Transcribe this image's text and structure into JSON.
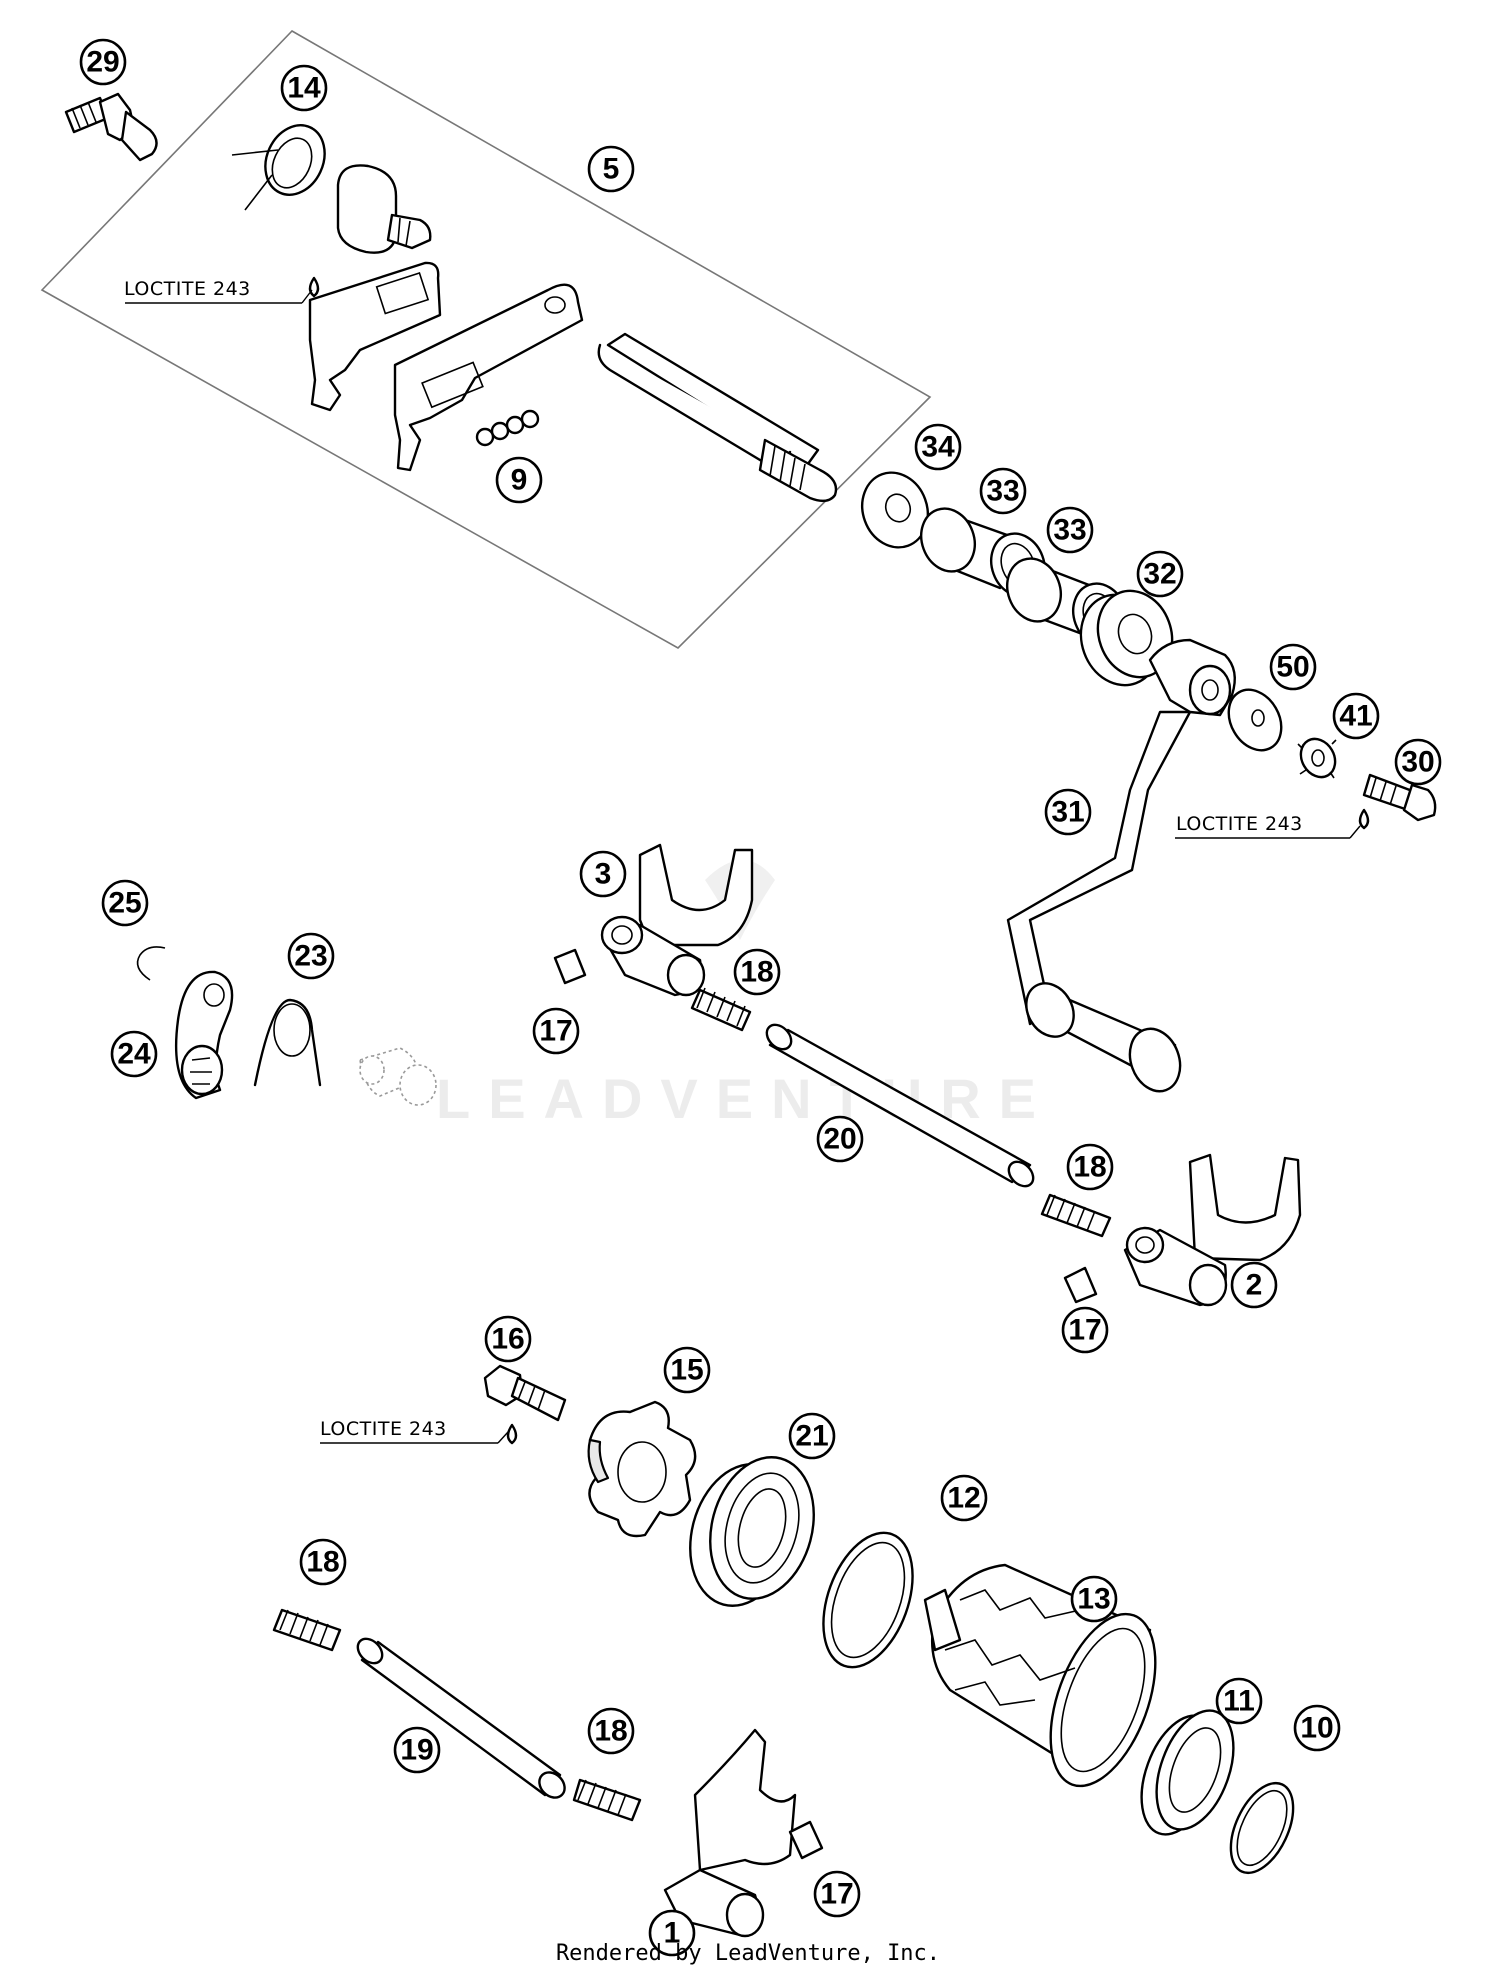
{
  "diagram": {
    "callouts": [
      "1",
      "2",
      "3",
      "5",
      "9",
      "10",
      "11",
      "12",
      "13",
      "14",
      "15",
      "16",
      "17",
      "17",
      "17",
      "18",
      "18",
      "18",
      "18",
      "19",
      "20",
      "21",
      "23",
      "24",
      "25",
      "29",
      "30",
      "31",
      "32",
      "33",
      "33",
      "34",
      "41",
      "50"
    ],
    "notes": [
      "LOCTITE 243",
      "LOCTITE 243",
      "LOCTITE 243"
    ],
    "watermark": "LEADVENTURE",
    "footer": "Rendered by LeadVenture, Inc."
  }
}
